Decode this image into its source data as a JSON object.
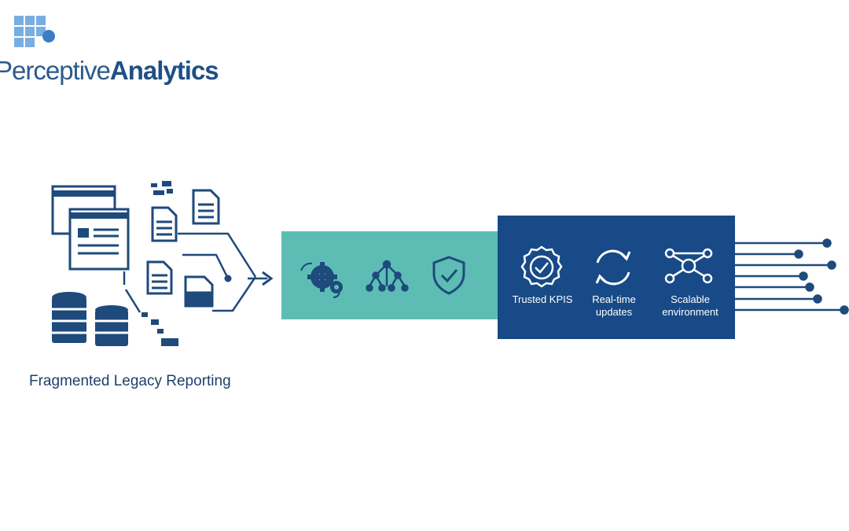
{
  "logo": {
    "word_light": "Perceptive",
    "word_bold": "Analytics",
    "mark_icon": "grid-of-squares-icon"
  },
  "legacy": {
    "caption": "Fragmented Legacy Reporting",
    "icons": [
      "browser-window-icon",
      "document-icon",
      "database-icon",
      "folder-icon",
      "scattered-blocks-icon"
    ]
  },
  "process": {
    "icons": [
      "gears-icon",
      "network-tree-icon",
      "shield-check-icon"
    ]
  },
  "outcomes": [
    {
      "label_line1": "Trusted KPIS",
      "label_line2": "",
      "icon": "badge-check-icon"
    },
    {
      "label_line1": "Real-time",
      "label_line2": "updates",
      "icon": "refresh-cycle-icon"
    },
    {
      "label_line1": "Scalable",
      "label_line2": "environment",
      "icon": "network-nodes-icon"
    }
  ],
  "colors": {
    "navy": "#1e4a7c",
    "panel_navy": "#174a86",
    "teal": "#5dbdb5",
    "logo_light_blue": "#6fa3d8"
  }
}
